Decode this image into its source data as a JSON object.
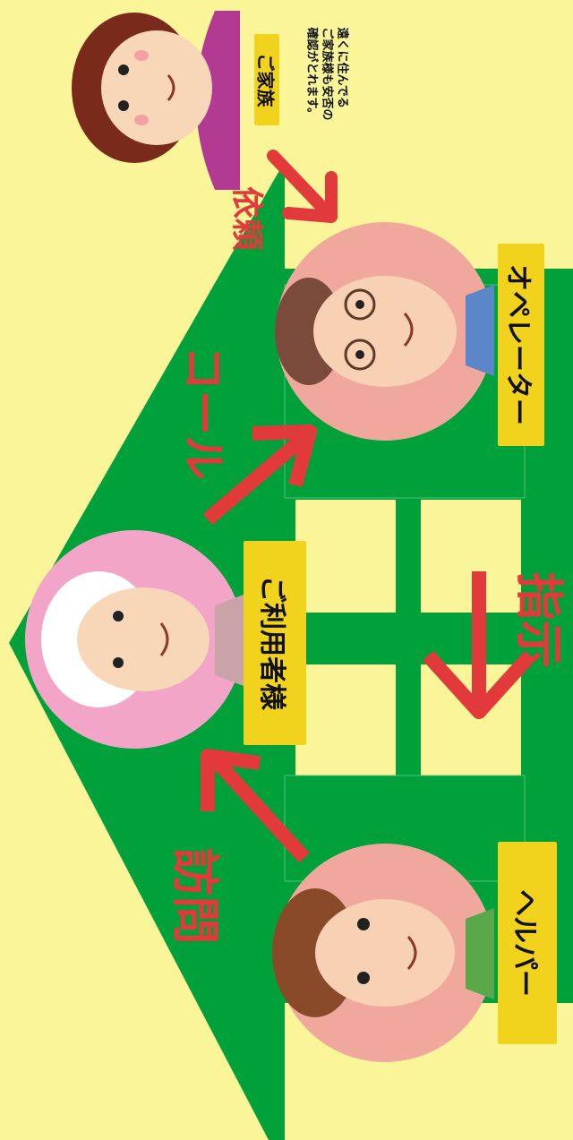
{
  "roles": {
    "family": "ご家族",
    "operator": "オペレーター",
    "user": "ご利用者様",
    "helper": "ヘルパー"
  },
  "actions": {
    "request": "依頼",
    "call": "コール",
    "instruct": "指示",
    "visit": "訪問"
  },
  "family_note": [
    "遠くに住んでる",
    "ご家族様も安否の",
    "確認がとれます。"
  ],
  "colors": {
    "background": "#fbf59a",
    "house": "#00a13a",
    "window": "#fbf59a",
    "arrow": "#e23a3a",
    "label": "#f1d21c"
  }
}
